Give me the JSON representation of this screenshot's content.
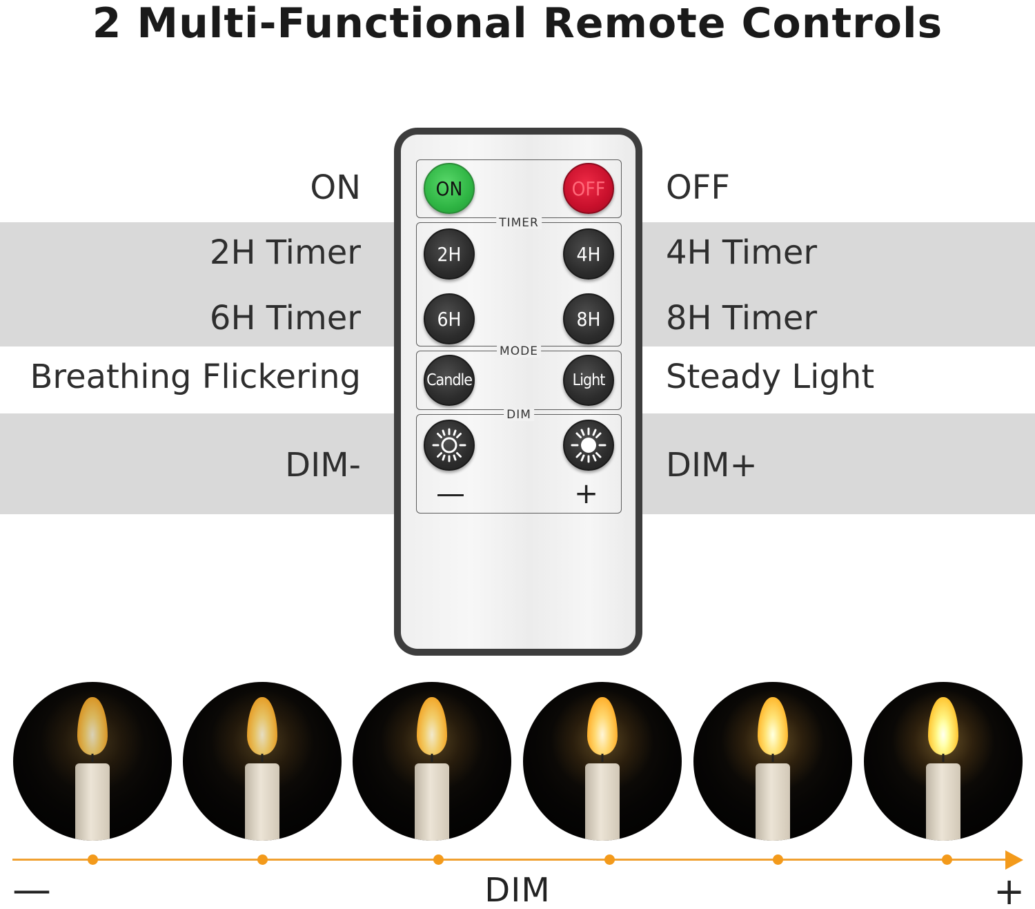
{
  "title": "2 Multi-Functional Remote Controls",
  "labels": {
    "on": "ON",
    "off": "OFF",
    "timer_2h": "2H Timer",
    "timer_4h": "4H Timer",
    "timer_6h": "6H Timer",
    "timer_8h": "8H Timer",
    "breathing": "Breathing Flickering",
    "steady": "Steady Light",
    "dim_minus": "DIM-",
    "dim_plus": "DIM+"
  },
  "remote": {
    "on_button": "ON",
    "off_button": "OFF",
    "timer_tag": "TIMER",
    "btn_2h": "2H",
    "btn_4h": "4H",
    "btn_6h": "6H",
    "btn_8h": "8H",
    "mode_tag": "MODE",
    "btn_candle": "Candle",
    "btn_light": "Light",
    "dim_tag": "DIM",
    "minus_sign": "—",
    "plus_sign": "+",
    "dim_minus_icon": "sun-dim-icon",
    "dim_plus_icon": "sun-bright-icon"
  },
  "scale": {
    "label": "DIM",
    "min_sign": "—",
    "max_sign": "+",
    "levels": 6,
    "colors": {
      "accent": "#f39a1b",
      "on_button": "#2fb544",
      "off_button": "#c8102c"
    }
  }
}
